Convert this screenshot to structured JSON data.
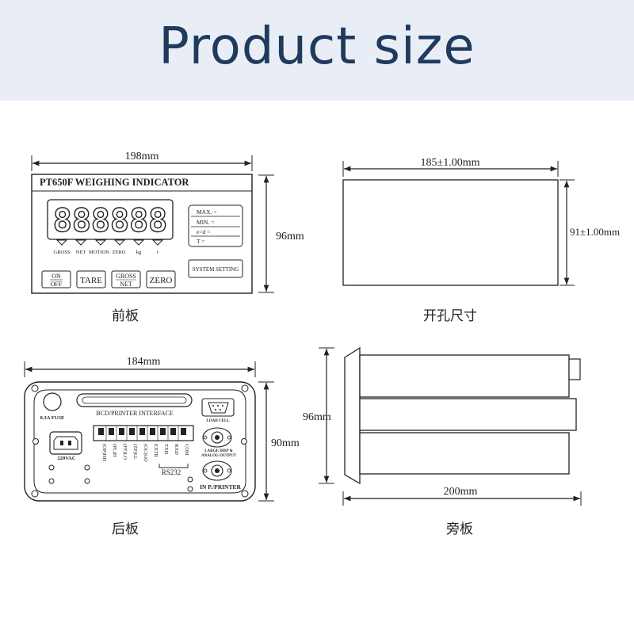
{
  "header": {
    "title": "Product size"
  },
  "front": {
    "width_label": "198mm",
    "height_label": "96mm",
    "title": "PT650F WEIGHING INDICATOR",
    "display_digits": "888888",
    "indicators": [
      "GROSS",
      "NET",
      "MOTION",
      "ZERO",
      "kg",
      "t"
    ],
    "info_rows": [
      "MAX. =",
      "MIN. =",
      "e=d =",
      "T ="
    ],
    "buttons": {
      "on": "ON",
      "off": "OFF",
      "tare": "TARE",
      "gross": "GROSS",
      "net": "NET",
      "zero": "ZERO",
      "system": "SYSTEM SETTING"
    },
    "caption": "前板"
  },
  "cutout": {
    "width_label": "185±1.00mm",
    "height_label": "91±1.00mm",
    "caption": "开孔尺寸"
  },
  "rear": {
    "width_label": "184mm",
    "height_label": "90mm",
    "fuse_label": "0.3A FUSE",
    "power_label": "220VAC",
    "bcd_label": "BCD/PRINTER INTERFACE",
    "loadcell_label": "LOAD CELL",
    "terminals": [
      "(OP)HH",
      "(PL)H",
      "(FF)LO",
      "(ZP)LL",
      "(OC)GO",
      "EXTR",
      "TXD",
      "RXD",
      "COM"
    ],
    "rs232_label": "RS232",
    "analog_label_1": "LARGE DISP &",
    "analog_label_2": "ANALOG OUTPUT",
    "printer_label": "IN P./PRINTER",
    "caption": "后板"
  },
  "side": {
    "height_label": "96mm",
    "depth_label": "200mm",
    "caption": "旁板"
  }
}
